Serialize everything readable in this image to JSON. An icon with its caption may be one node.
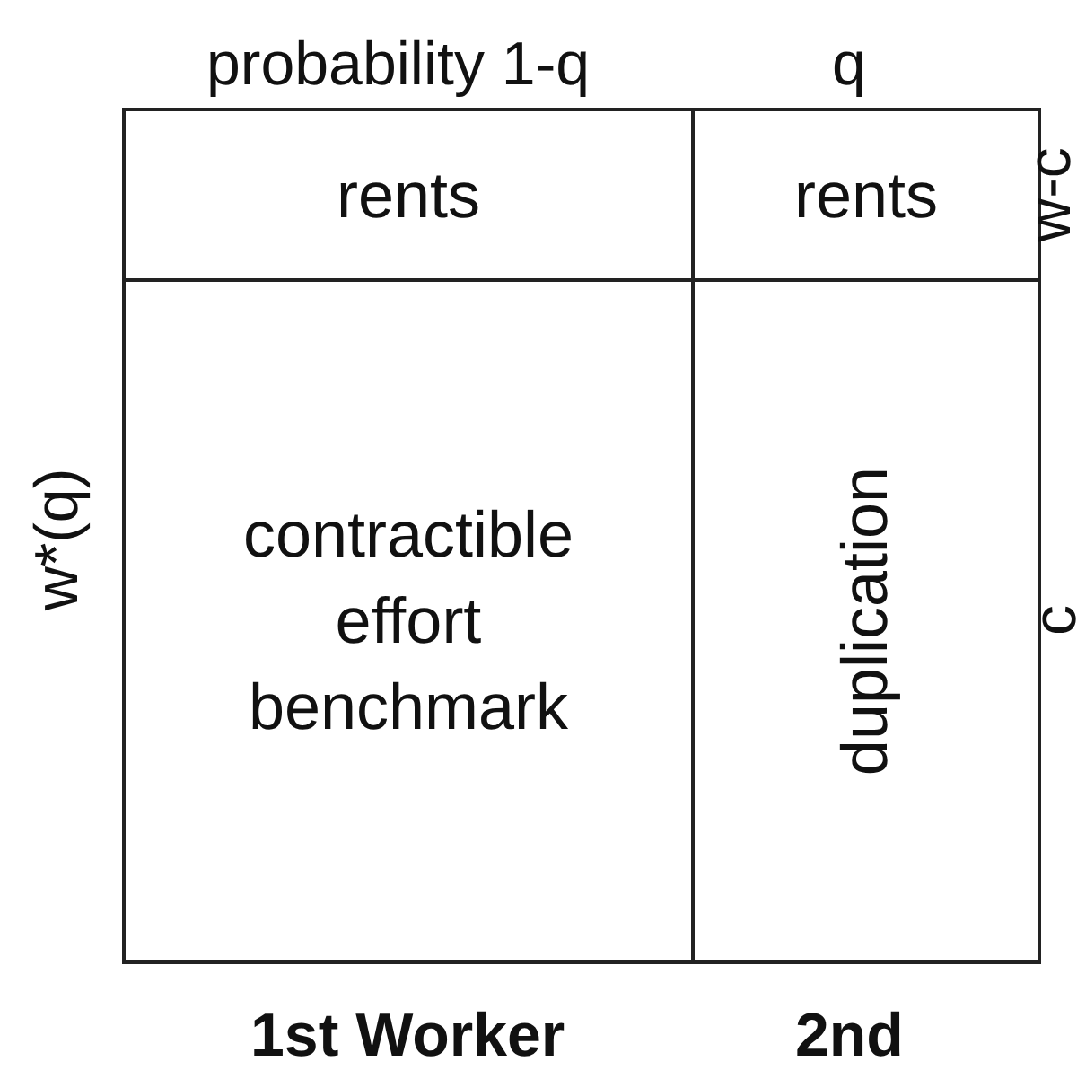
{
  "diagram": {
    "nodes": [
      {
        "text": [
          "rents"
        ]
      },
      {
        "text": [
          "rents"
        ]
      },
      {
        "text": [
          "contractible effort benchmark"
        ]
      },
      {
        "text": [
          "duplication"
        ]
      }
    ],
    "labels": [
      "probability 1-q",
      "q",
      "w-c",
      "w*(q)",
      "c",
      "1st Worker",
      "2nd"
    ]
  }
}
